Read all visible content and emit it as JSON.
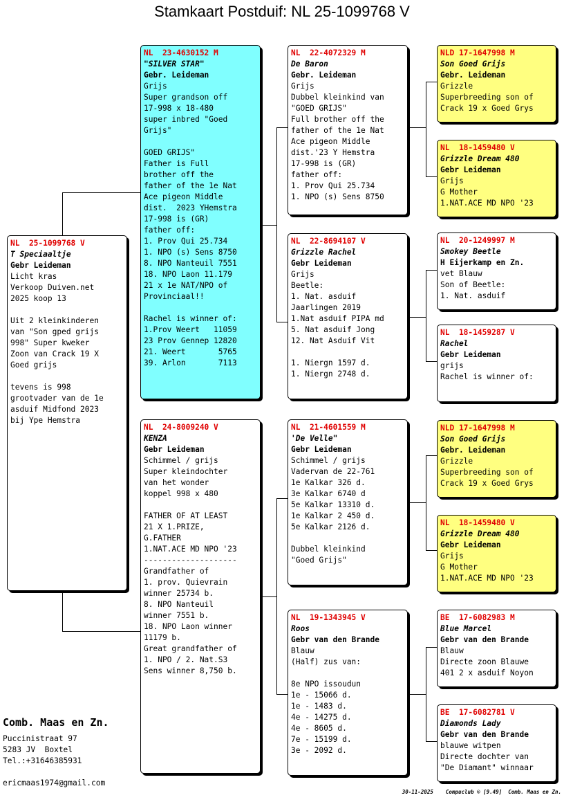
{
  "title": "Stamkaart Postduif: NL  25-1099768 V",
  "pigeons": {
    "subject": {
      "ring": "NL  25-1099768 V",
      "name": "T Speciaaltje",
      "breeder": "Gebr Leideman",
      "lines": [
        "Licht kras",
        "Verkoop Duiven.net",
        "2025 koop 13",
        "",
        "Uit 2 kleinkinderen",
        "van \"Son gped grijs",
        "998\" Super kweker",
        "Zoon van Crack 19 X",
        "Goed grijs",
        "",
        "tevens is 998",
        "grootvader van de 1e",
        "asduif Midfond 2023",
        "bij Ype Hemstra"
      ]
    },
    "father": {
      "ring": "NL  23-4630152 M",
      "name": "\"SILVER STAR\"",
      "breeder": "Gebr. Leideman",
      "lines": [
        "Grijs",
        "Super grandson off",
        "17-998 x 18-480",
        "super inbred \"Goed",
        "Grijs\"",
        "",
        "GOED GRIJS\"",
        "Father is Full",
        "brother off the",
        "father of the 1e Nat",
        "Ace pigeon Middle",
        "dist.  2023 YHemstra",
        "17-998 is (GR)",
        "father off:",
        "1. Prov Qui 25.734",
        "1. NPO (s) Sens 8750",
        "8. NPO Nanteuil 7551",
        "18. NPO Laon 11.179",
        "21 x 1e NAT/NPO of",
        "Provinciaal!!",
        "",
        "Rachel is winner of:",
        "1.Prov Weert   11059",
        "23 Prov Gennep 12820",
        "21. Weert       5765",
        "39. Arlon       7113"
      ]
    },
    "mother": {
      "ring": "NL  24-8009240 V",
      "name": "KENZA",
      "breeder": "Gebr Leideman",
      "lines": [
        "Schimmel / grijs",
        "Super kleindochter",
        "van het wonder",
        "koppel 998 x 480",
        "",
        "FATHER OF AT LEAST",
        "21 X 1.PRIZE,",
        "G.FATHER",
        "1.NAT.ACE MD NPO '23",
        "--------------------",
        "Grandfather of",
        "1. prov. Quievrain",
        "winner 25734 b.",
        "8. NPO Nanteuil",
        "winner 7551 b.",
        "18. NPO Laon winner",
        "11179 b.",
        "Great grandfather of",
        "1. NPO / 2. Nat.S3",
        "Sens winner 8,750 b."
      ]
    },
    "ff": {
      "ring": "NL  22-4072329 M",
      "name": "De Baron",
      "breeder": "Gebr. Leideman",
      "lines": [
        "Grijs",
        "Dubbel kleinkind van",
        "\"GOED GRIJS\"",
        "Full brother off the",
        "father of the 1e Nat",
        "Ace pigeon Middle",
        "dist.'23 Y Hemstra",
        "17-998 is (GR)",
        "father off:",
        "1. Prov Qui 25.734",
        "1. NPO (s) Sens 8750"
      ]
    },
    "fm": {
      "ring": "NL  22-8694107 V",
      "name": "Grizzle Rachel",
      "breeder": "Gebr Leideman",
      "lines": [
        "Grijs",
        "Beetle:",
        "1. Nat. asduif",
        "Jaarlingen 2019",
        "1.Nat asduif PIPA md",
        "5. Nat asduif Jong",
        "12. Nat Asduif Vit",
        "",
        "1. Niergn 1597 d.",
        "1. Niergn 2748 d."
      ]
    },
    "mf": {
      "ring": "NL  21-4601559 M",
      "name": "'De Velle\"",
      "breeder": "Gebr Leideman",
      "lines": [
        "Schimmel / grijs",
        "Vadervan de 22-761",
        "1e Kalkar 326 d.",
        "3e Kalkar 6740 d",
        "5e Kalkar 13310 d.",
        "1e Kalkar 2 450 d.",
        "5e Kalkar 2126 d.",
        "",
        "Dubbel kleinkind",
        "\"Goed Grijs\""
      ]
    },
    "mm": {
      "ring": "NL  19-1343945 V",
      "name": "Roos",
      "breeder": "Gebr van den Brande",
      "lines": [
        "Blauw",
        "(Half) zus van:",
        "",
        "8e NPO issoudun",
        "1e - 15066 d.",
        "1e - 1483 d.",
        "4e - 14275 d.",
        "4e - 8605 d.",
        "7e - 15199 d.",
        "3e - 2092 d."
      ]
    },
    "fff": {
      "ring": "NLD 17-1647998 M",
      "name": "Son Goed Grijs",
      "breeder": "Gebr. Leideman",
      "lines": [
        "Grizzle",
        "Superbreeding son of",
        "Crack 19 x Goed Grys"
      ]
    },
    "ffm": {
      "ring": "NL  18-1459480 V",
      "name": "Grizzle Dream 480",
      "breeder": "Gebr Leideman",
      "lines": [
        "Grijs",
        "G Mother",
        "1.NAT.ACE MD NPO '23"
      ]
    },
    "fmf": {
      "ring": "NL  20-1249997 M",
      "name": "Smokey Beetle",
      "breeder": "H Eijerkamp en Zn.",
      "lines": [
        "vet Blauw",
        "Son of Beetle:",
        "1. Nat. asduif"
      ]
    },
    "fmm": {
      "ring": "NL  18-1459287 V",
      "name": "Rachel",
      "breeder": "Gebr Leideman",
      "lines": [
        "grijs",
        "Rachel is winner of:"
      ]
    },
    "mff": {
      "ring": "NLD 17-1647998 M",
      "name": "Son Goed Grijs",
      "breeder": "Gebr. Leideman",
      "lines": [
        "Grizzle",
        "Superbreeding son of",
        "Crack 19 x Goed Grys"
      ]
    },
    "mfm": {
      "ring": "NL  18-1459480 V",
      "name": "Grizzle Dream 480",
      "breeder": "Gebr Leideman",
      "lines": [
        "Grijs",
        "G Mother",
        "1.NAT.ACE MD NPO '23"
      ]
    },
    "mmf": {
      "ring": "BE  17-6082983 M",
      "name": "Blue Marcel",
      "breeder": "Gebr van den Brande",
      "lines": [
        "Blauw",
        "Directe zoon Blauwe",
        "401 2 x asduif Noyon"
      ]
    },
    "mmm": {
      "ring": "BE  17-6082781 V",
      "name": "Diamonds Lady",
      "breeder": "Gebr van den Brande",
      "lines": [
        "blauwe witpen",
        "Directe dochter van",
        "\"De Diamant\" winnaar"
      ]
    }
  },
  "owner": {
    "name": "Comb. Maas en Zn.",
    "street": "Puccinistraat 97",
    "city": "5283 JV  Boxtel",
    "phone": "Tel.:+31646385931",
    "email": "ericmaas1974@gmail.com"
  },
  "footer": "30-11-2025    Compuclub © [9.49]  Comb. Maas en Zn.",
  "colors": {
    "father_bg": "#80ffff",
    "yellow_bg": "#ffff80",
    "ring_red": "#e00000"
  }
}
